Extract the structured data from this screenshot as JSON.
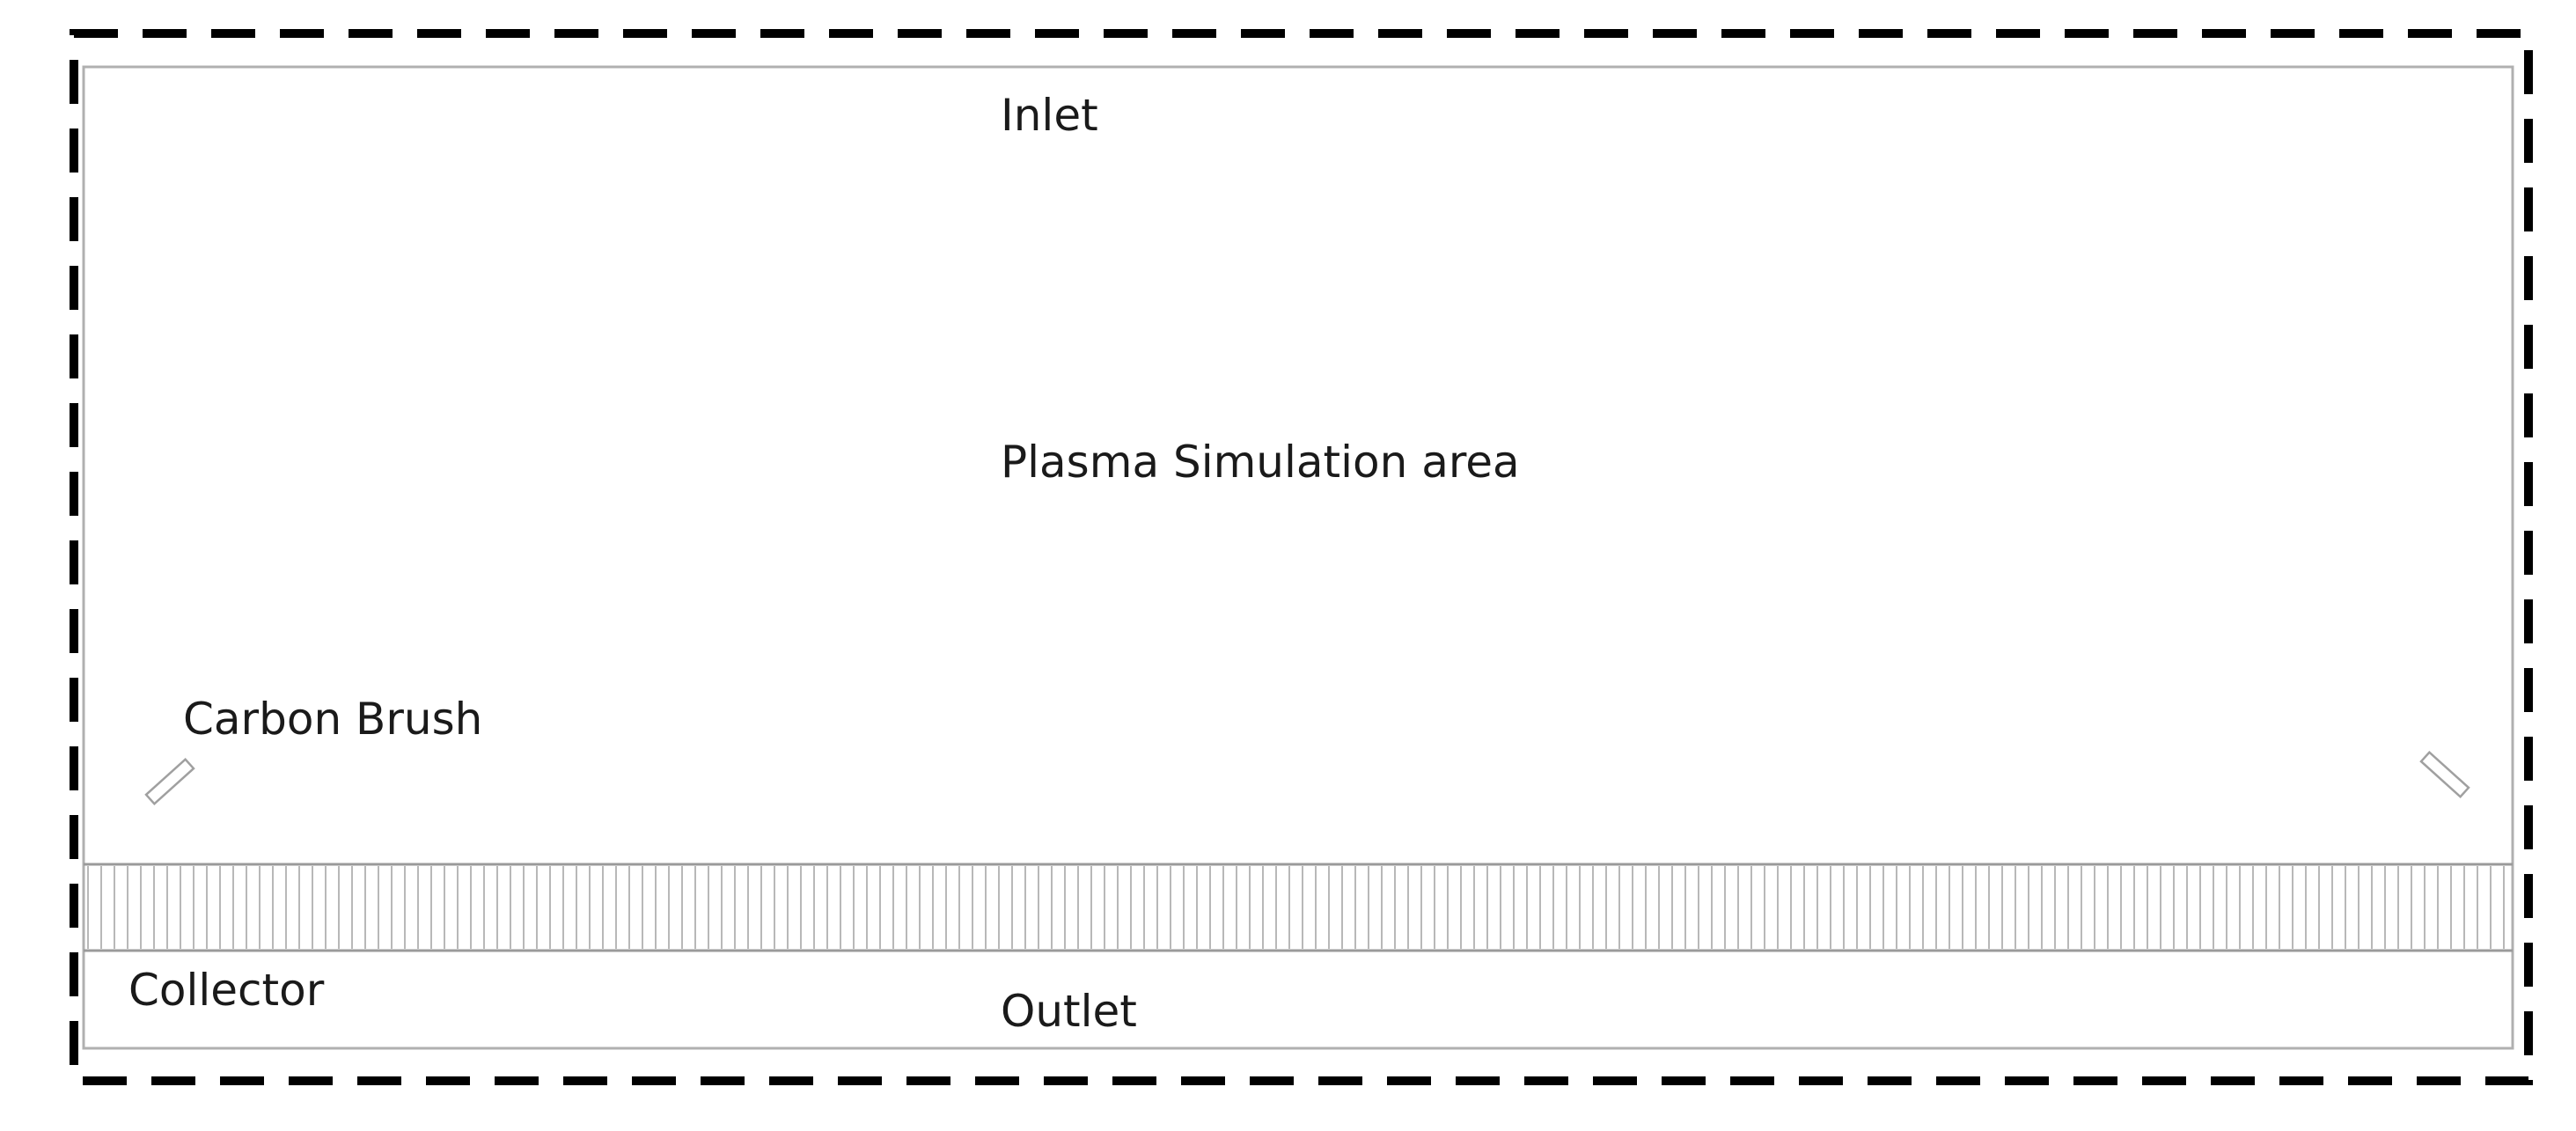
{
  "labels": {
    "inlet": "Inlet",
    "simulation_area": "Plasma Simulation area",
    "carbon_brush": "Carbon Brush",
    "collector": "Collector",
    "outlet": "Outlet"
  },
  "colors": {
    "boundary": "#000000",
    "domain_edge": "#b0b0b0",
    "collector_lines": "#a6a6a6",
    "text": "#1a1a1a",
    "background": "#ffffff"
  }
}
